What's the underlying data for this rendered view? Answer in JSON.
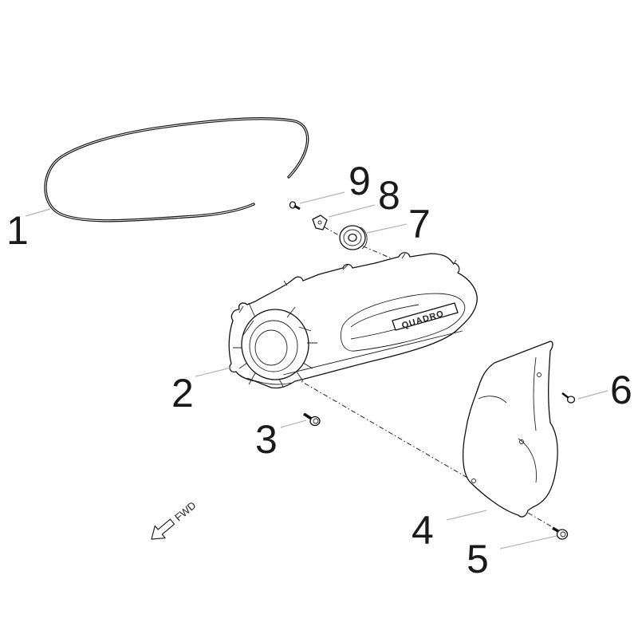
{
  "callouts": {
    "p1": "1",
    "p2": "2",
    "p3": "3",
    "p4": "4",
    "p5": "5",
    "p6": "6",
    "p7": "7",
    "p8": "8",
    "p9": "9"
  },
  "direction_label": "FWD",
  "cover_logo_text": "QUADRO"
}
